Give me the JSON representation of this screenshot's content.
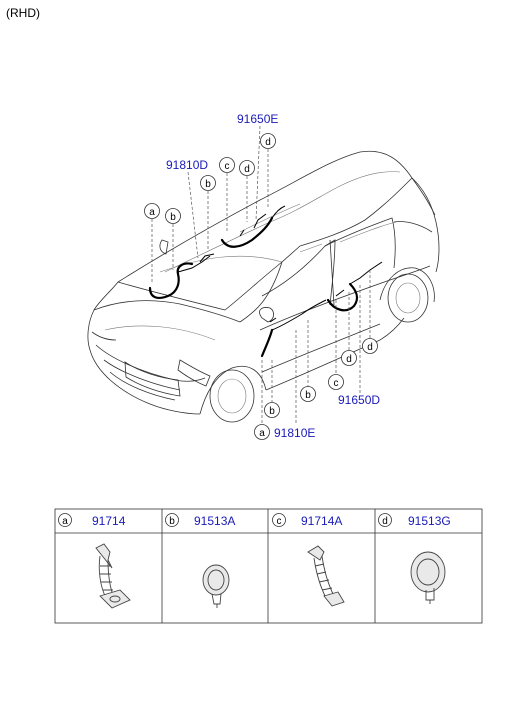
{
  "header": {
    "variant": "(RHD)"
  },
  "callouts": {
    "p91650E": "91650E",
    "p91810D": "91810D",
    "p91650D": "91650D",
    "p91810E": "91810E"
  },
  "letters": {
    "a": "a",
    "b": "b",
    "c": "c",
    "d": "d"
  },
  "legend": [
    {
      "letter": "a",
      "part_no": "91714"
    },
    {
      "letter": "b",
      "part_no": "91513A"
    },
    {
      "letter": "c",
      "part_no": "91714A"
    },
    {
      "letter": "d",
      "part_no": "91513G"
    }
  ]
}
